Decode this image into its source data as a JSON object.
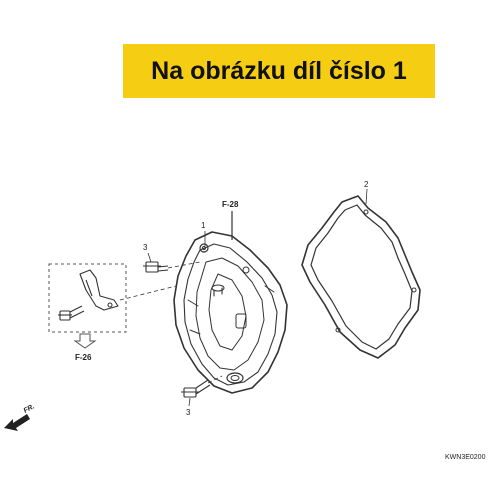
{
  "banner": {
    "text": "Na obrázku díl číslo 1"
  },
  "callouts": {
    "part1": "1",
    "part2": "2",
    "part3_top": "3",
    "part3_bottom": "3"
  },
  "refs": {
    "f28": "F-28",
    "f26": "F-26"
  },
  "direction": {
    "label": "FR."
  },
  "drawing_code": "KWN3E0200",
  "colors": {
    "banner_bg": "#f5cd12",
    "line": "#333333"
  }
}
